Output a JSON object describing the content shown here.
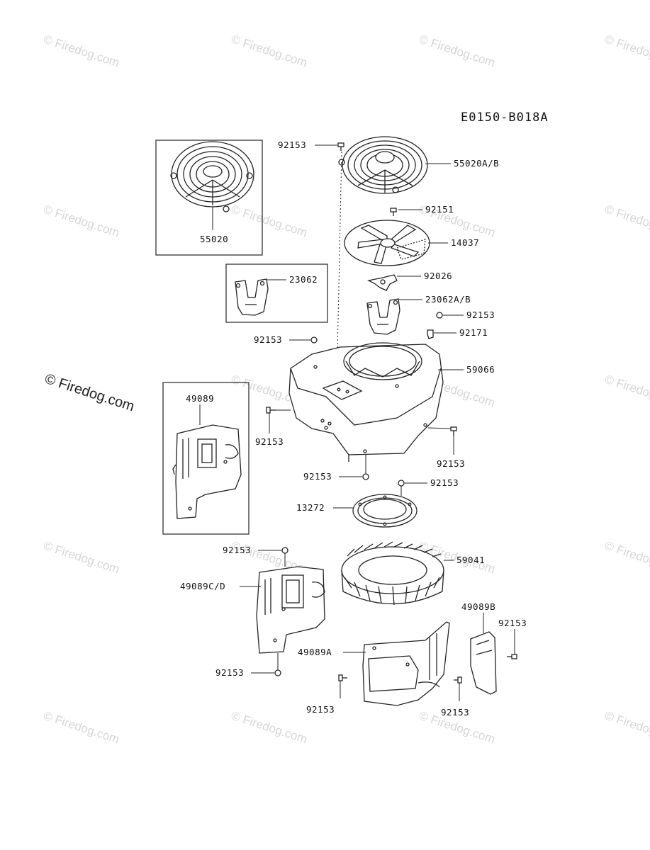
{
  "diagram_code": "E0150-B018A",
  "watermark_text": "© Firedog.com",
  "watermark_main": "© Firedog.com",
  "parts": {
    "screen_boxed": "55020",
    "screen_main": "55020A/B",
    "bolt_top": "92153",
    "screw_fan": "92151",
    "fan": "14037",
    "plate": "92026",
    "bracket_boxed": "23062",
    "bracket_main": "23062A/B",
    "bolt_right_a": "92153",
    "clip": "92171",
    "bolt_left_a": "92153",
    "housing": "59066",
    "cover_boxed": "49089",
    "bolt_left_b": "92153",
    "bolt_right_b": "92153",
    "bolt_bottom": "92153",
    "bolt_gasket": "92153",
    "gasket": "13272",
    "bolt_cover_cd_top": "92153",
    "flywheel_fan": "59041",
    "cover_cd": "49089C/D",
    "cover_b": "49089B",
    "bolt_cover_b": "92153",
    "cover_a": "49089A",
    "bolt_cover_cd_bottom": "92153",
    "bolt_cover_a_left": "92153",
    "bolt_cover_a_right": "92153"
  }
}
